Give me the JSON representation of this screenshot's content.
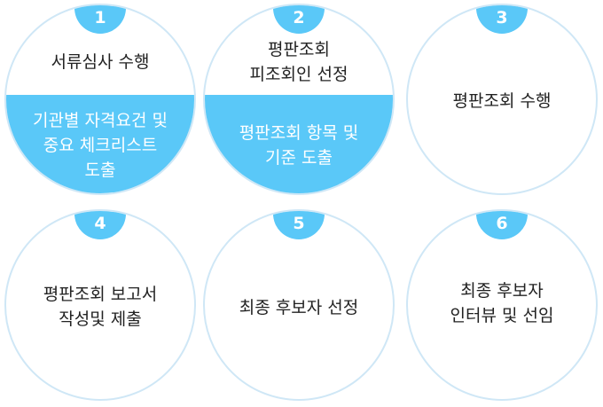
{
  "steps": [
    {
      "number": "1",
      "title": "서류심사 수행",
      "detail": "기관별 자격요건 및\n중요 체크리스트\n도출"
    },
    {
      "number": "2",
      "title": "평판조회\n피조회인 선정",
      "detail": "평판조회 항목 및\n기준 도출"
    },
    {
      "number": "3",
      "title": "평판조회  수행"
    },
    {
      "number": "4",
      "title": "평판조회  보고서\n작성및 제출"
    },
    {
      "number": "5",
      "title": "최종 후보자 선정"
    },
    {
      "number": "6",
      "title": "최종 후보자\n인터뷰 및 선임"
    }
  ],
  "colors": {
    "accent": "#5ac8f8",
    "ring": "#cfe7f6",
    "text": "#222222"
  }
}
